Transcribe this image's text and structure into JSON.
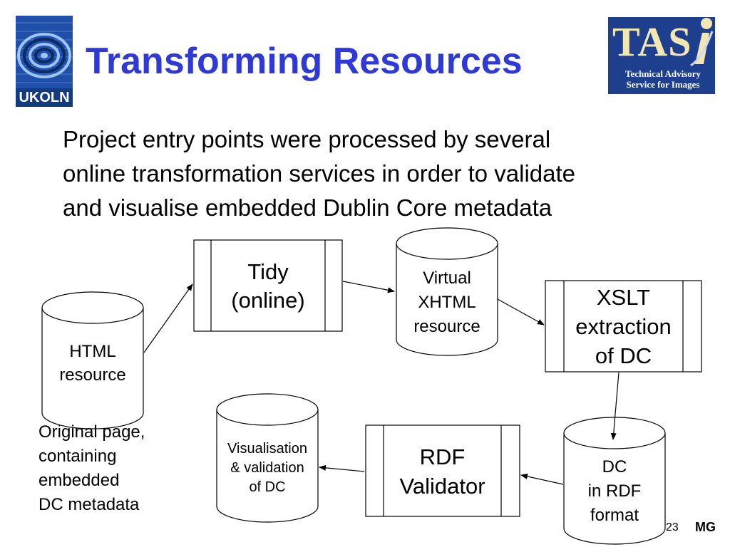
{
  "header": {
    "title": "Transforming Resources",
    "logo_left_text": "UKOLN",
    "logo_right_main": "TAS",
    "logo_right_sub_line1": "Technical Advisory",
    "logo_right_sub_line2": "Service for Images"
  },
  "intro": {
    "line1": "Project entry points were processed by several",
    "line2": "online transformation services in order to validate",
    "line3": "and visualise embedded Dublin Core metadata"
  },
  "diagram": {
    "nodes": {
      "html_resource": {
        "line1": "HTML",
        "line2": "resource"
      },
      "tidy": {
        "line1": "Tidy",
        "line2": "(online)"
      },
      "virtual_xhtml": {
        "line1": "Virtual",
        "line2": "XHTML",
        "line3": "resource"
      },
      "xslt": {
        "line1": "XSLT",
        "line2": "extraction",
        "line3": "of DC"
      },
      "dc_rdf": {
        "line1": "DC",
        "line2": "in RDF",
        "line3": "format"
      },
      "rdf_validator": {
        "line1": "RDF",
        "line2": "Validator"
      },
      "visualisation": {
        "line1": "Visualisation",
        "line2": "& validation",
        "line3": "of DC"
      }
    },
    "caption": {
      "line1": "Original page,",
      "line2": "containing",
      "line3": "embedded",
      "line4": "DC metadata"
    }
  },
  "footer": {
    "slide_number": "23",
    "author": "MG"
  },
  "colors": {
    "title": "#2f3ad6",
    "logo_blue": "#1f4fa8",
    "tas_blue": "#1d3f8e",
    "tas_gold": "#f2e6b3"
  }
}
